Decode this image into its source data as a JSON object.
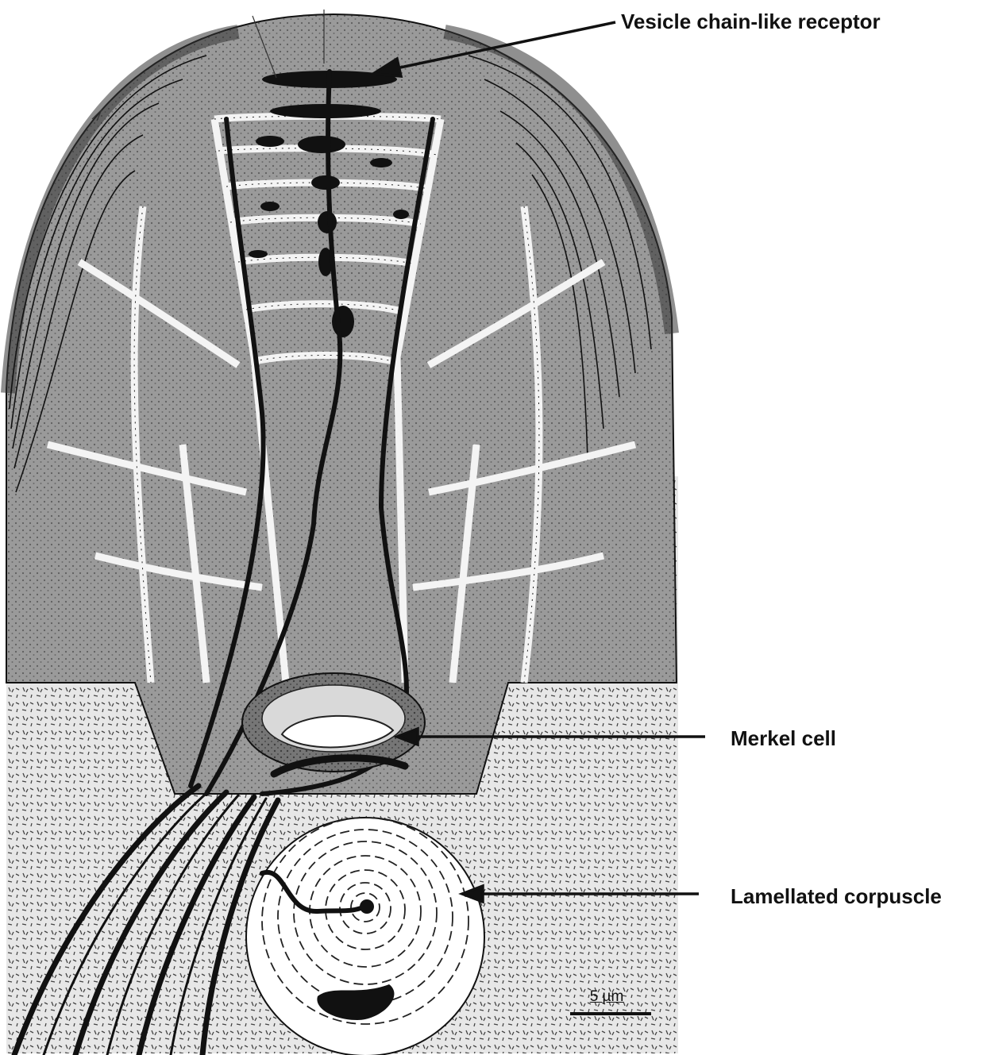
{
  "labels": {
    "vesicle": "Vesicle chain-like receptor",
    "merkel": "Merkel cell",
    "lamellated": "Lamellated corpuscle"
  },
  "scale_bar": {
    "text": "5 µm"
  },
  "colors": {
    "ink": "#111111",
    "epithelium_fill": "#9c9c9c",
    "outer_layer_fill": "#7a7a7a",
    "connective_fill": "#e2e2e2",
    "cell_border": "#f2f2f2",
    "background": "#ffffff"
  }
}
